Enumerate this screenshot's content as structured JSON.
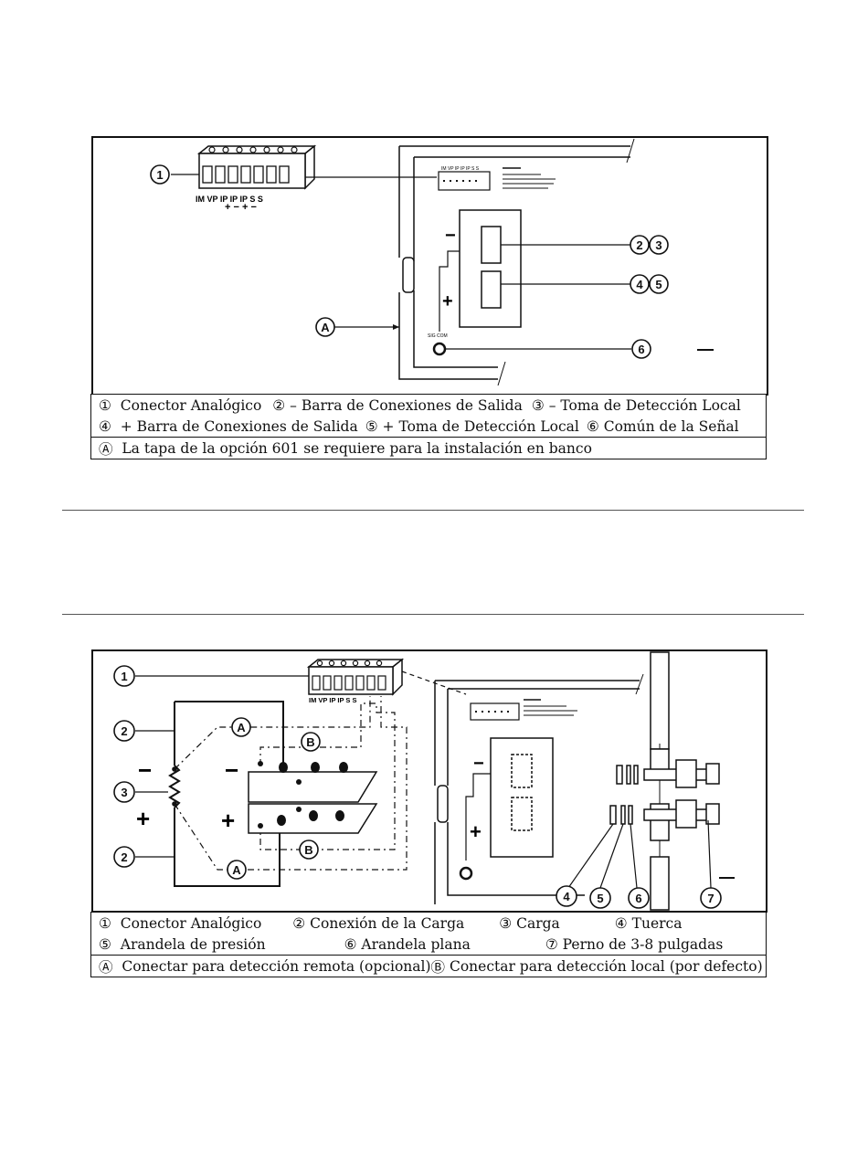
{
  "figure1": {
    "connector_terminals": [
      "IM",
      "VP",
      "IP",
      "IP",
      "IP",
      "S",
      "S"
    ],
    "connector_signs": [
      "+",
      "-",
      "+",
      "-"
    ],
    "callouts": [
      "1",
      "2",
      "3",
      "4",
      "5",
      "6",
      "A"
    ],
    "bar_signs": [
      "-",
      "+"
    ],
    "caption": {
      "line1": [
        {
          "num": "①",
          "text": "Conector Analógico"
        },
        {
          "num": "②",
          "text": "– Barra de Conexiones de Salida"
        },
        {
          "num": "③",
          "text": "– Toma de Detección Local"
        }
      ],
      "line2": [
        {
          "num": "④",
          "text": "+ Barra de Conexiones de Salida"
        },
        {
          "num": "⑤",
          "text": "+ Toma de Detección Local"
        },
        {
          "num": "⑥",
          "text": "Común de la Señal"
        }
      ],
      "note": {
        "num": "Ⓐ",
        "text": "La tapa de la opción 601 se requiere para la instalación en banco"
      }
    }
  },
  "figure2": {
    "connector_terminals": [
      "IM",
      "VP",
      "IP",
      "IP",
      "S",
      "S"
    ],
    "callouts": [
      "1",
      "2",
      "3",
      "2",
      "4",
      "5",
      "6",
      "7",
      "A",
      "B",
      "A",
      "B"
    ],
    "load_signs": [
      "-",
      "+"
    ],
    "bar_signs": [
      "-",
      "+"
    ],
    "panel_signs": [
      "-",
      "+"
    ],
    "caption": {
      "line1": [
        {
          "num": "①",
          "text": "Conector Analógico"
        },
        {
          "num": "②",
          "text": "Conexión de la Carga"
        },
        {
          "num": "③",
          "text": "Carga"
        },
        {
          "num": "④",
          "text": "Tuerca"
        }
      ],
      "line2": [
        {
          "num": "⑤",
          "text": "Arandela de presión"
        },
        {
          "num": "⑥",
          "text": "Arandela plana"
        },
        {
          "num": "⑦",
          "text": "Perno de 3-8 pulgadas"
        }
      ],
      "note": [
        {
          "num": "Ⓐ",
          "text": "Conectar para detección remota (opcional)"
        },
        {
          "num": "Ⓑ",
          "text": "Conectar para detección local (por defecto)"
        }
      ]
    }
  }
}
